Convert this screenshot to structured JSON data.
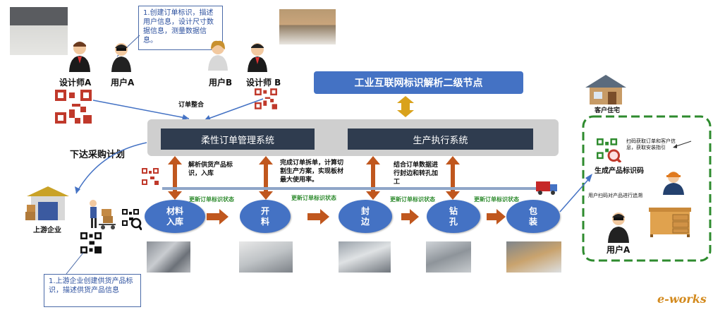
{
  "top": {
    "callout_order": "1.创建订单标识，描述用户信息，设计尺寸数据信息，测量数据信息。",
    "designer_a": "设计师A",
    "user_a": "用户A",
    "user_b": "用户B",
    "designer_b": "设计师 B",
    "order_merge": "订单整合",
    "node_title": "工业互联网标识解析二级节点"
  },
  "systems": {
    "oms": "柔性订单管理系统",
    "mes": "生产执行系统"
  },
  "left": {
    "purchase_plan": "下达采购计划",
    "upstream": "上游企业",
    "callout_upstream": "1.上游企业创建供货产品标识，描述供货产品信息"
  },
  "notes": {
    "parse": "解析供货产品标识，入库",
    "cut_plan": "完成订单拆单，计算切割生产方案，实现板材最大使用率。",
    "edge_drill": "结合订单数据进行封边和转孔加工"
  },
  "status_label": "更新订单标识状态",
  "process": [
    {
      "label": "材料\n入库"
    },
    {
      "label": "开\n料"
    },
    {
      "label": "封\n边"
    },
    {
      "label": "钻\n孔"
    },
    {
      "label": "包\n装"
    }
  ],
  "right": {
    "home": "客户住宅",
    "scan_info": "扫码获取订单和客户信息，获取安装指引",
    "gen_code": "生成产品标识码",
    "trace": "用户扫码对产品进行追溯",
    "user_a": "用户A"
  },
  "logo": "e-works",
  "colors": {
    "accent": "#4472c4",
    "arrow": "#c0571e",
    "dash": "#2e8b2e",
    "qr": "#c0392b"
  }
}
